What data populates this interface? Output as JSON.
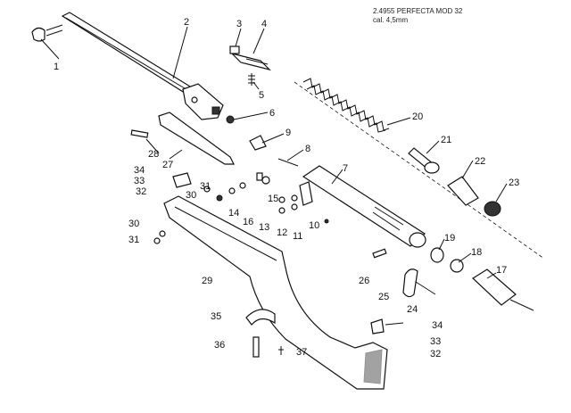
{
  "title": {
    "model": "2.4955 PERFECTA MOD 32",
    "caliber": "cal. 4,5mm"
  },
  "parts": [
    {
      "id": "1",
      "label": "1"
    },
    {
      "id": "2",
      "label": "2"
    },
    {
      "id": "3",
      "label": "3"
    },
    {
      "id": "4",
      "label": "4"
    },
    {
      "id": "5",
      "label": "5"
    },
    {
      "id": "6",
      "label": "6"
    },
    {
      "id": "7",
      "label": "7"
    },
    {
      "id": "8",
      "label": "8"
    },
    {
      "id": "9",
      "label": "9"
    },
    {
      "id": "10",
      "label": "10"
    },
    {
      "id": "11",
      "label": "11"
    },
    {
      "id": "12",
      "label": "12"
    },
    {
      "id": "13",
      "label": "13"
    },
    {
      "id": "14",
      "label": "14"
    },
    {
      "id": "15",
      "label": "15"
    },
    {
      "id": "16",
      "label": "16"
    },
    {
      "id": "17",
      "label": "17"
    },
    {
      "id": "18",
      "label": "18"
    },
    {
      "id": "19",
      "label": "19"
    },
    {
      "id": "20",
      "label": "20"
    },
    {
      "id": "21",
      "label": "21"
    },
    {
      "id": "22",
      "label": "22"
    },
    {
      "id": "23",
      "label": "23"
    },
    {
      "id": "24",
      "label": "24"
    },
    {
      "id": "25",
      "label": "25"
    },
    {
      "id": "26",
      "label": "26"
    },
    {
      "id": "27",
      "label": "27"
    },
    {
      "id": "28",
      "label": "28"
    },
    {
      "id": "29",
      "label": "29"
    },
    {
      "id": "30a",
      "label": "30"
    },
    {
      "id": "30b",
      "label": "30"
    },
    {
      "id": "31a",
      "label": "31"
    },
    {
      "id": "31b",
      "label": "31"
    },
    {
      "id": "32a",
      "label": "32"
    },
    {
      "id": "32b",
      "label": "32"
    },
    {
      "id": "33a",
      "label": "33"
    },
    {
      "id": "33b",
      "label": "33"
    },
    {
      "id": "34a",
      "label": "34"
    },
    {
      "id": "34b",
      "label": "34"
    },
    {
      "id": "35",
      "label": "35"
    },
    {
      "id": "36",
      "label": "36"
    },
    {
      "id": "37",
      "label": "37"
    }
  ]
}
